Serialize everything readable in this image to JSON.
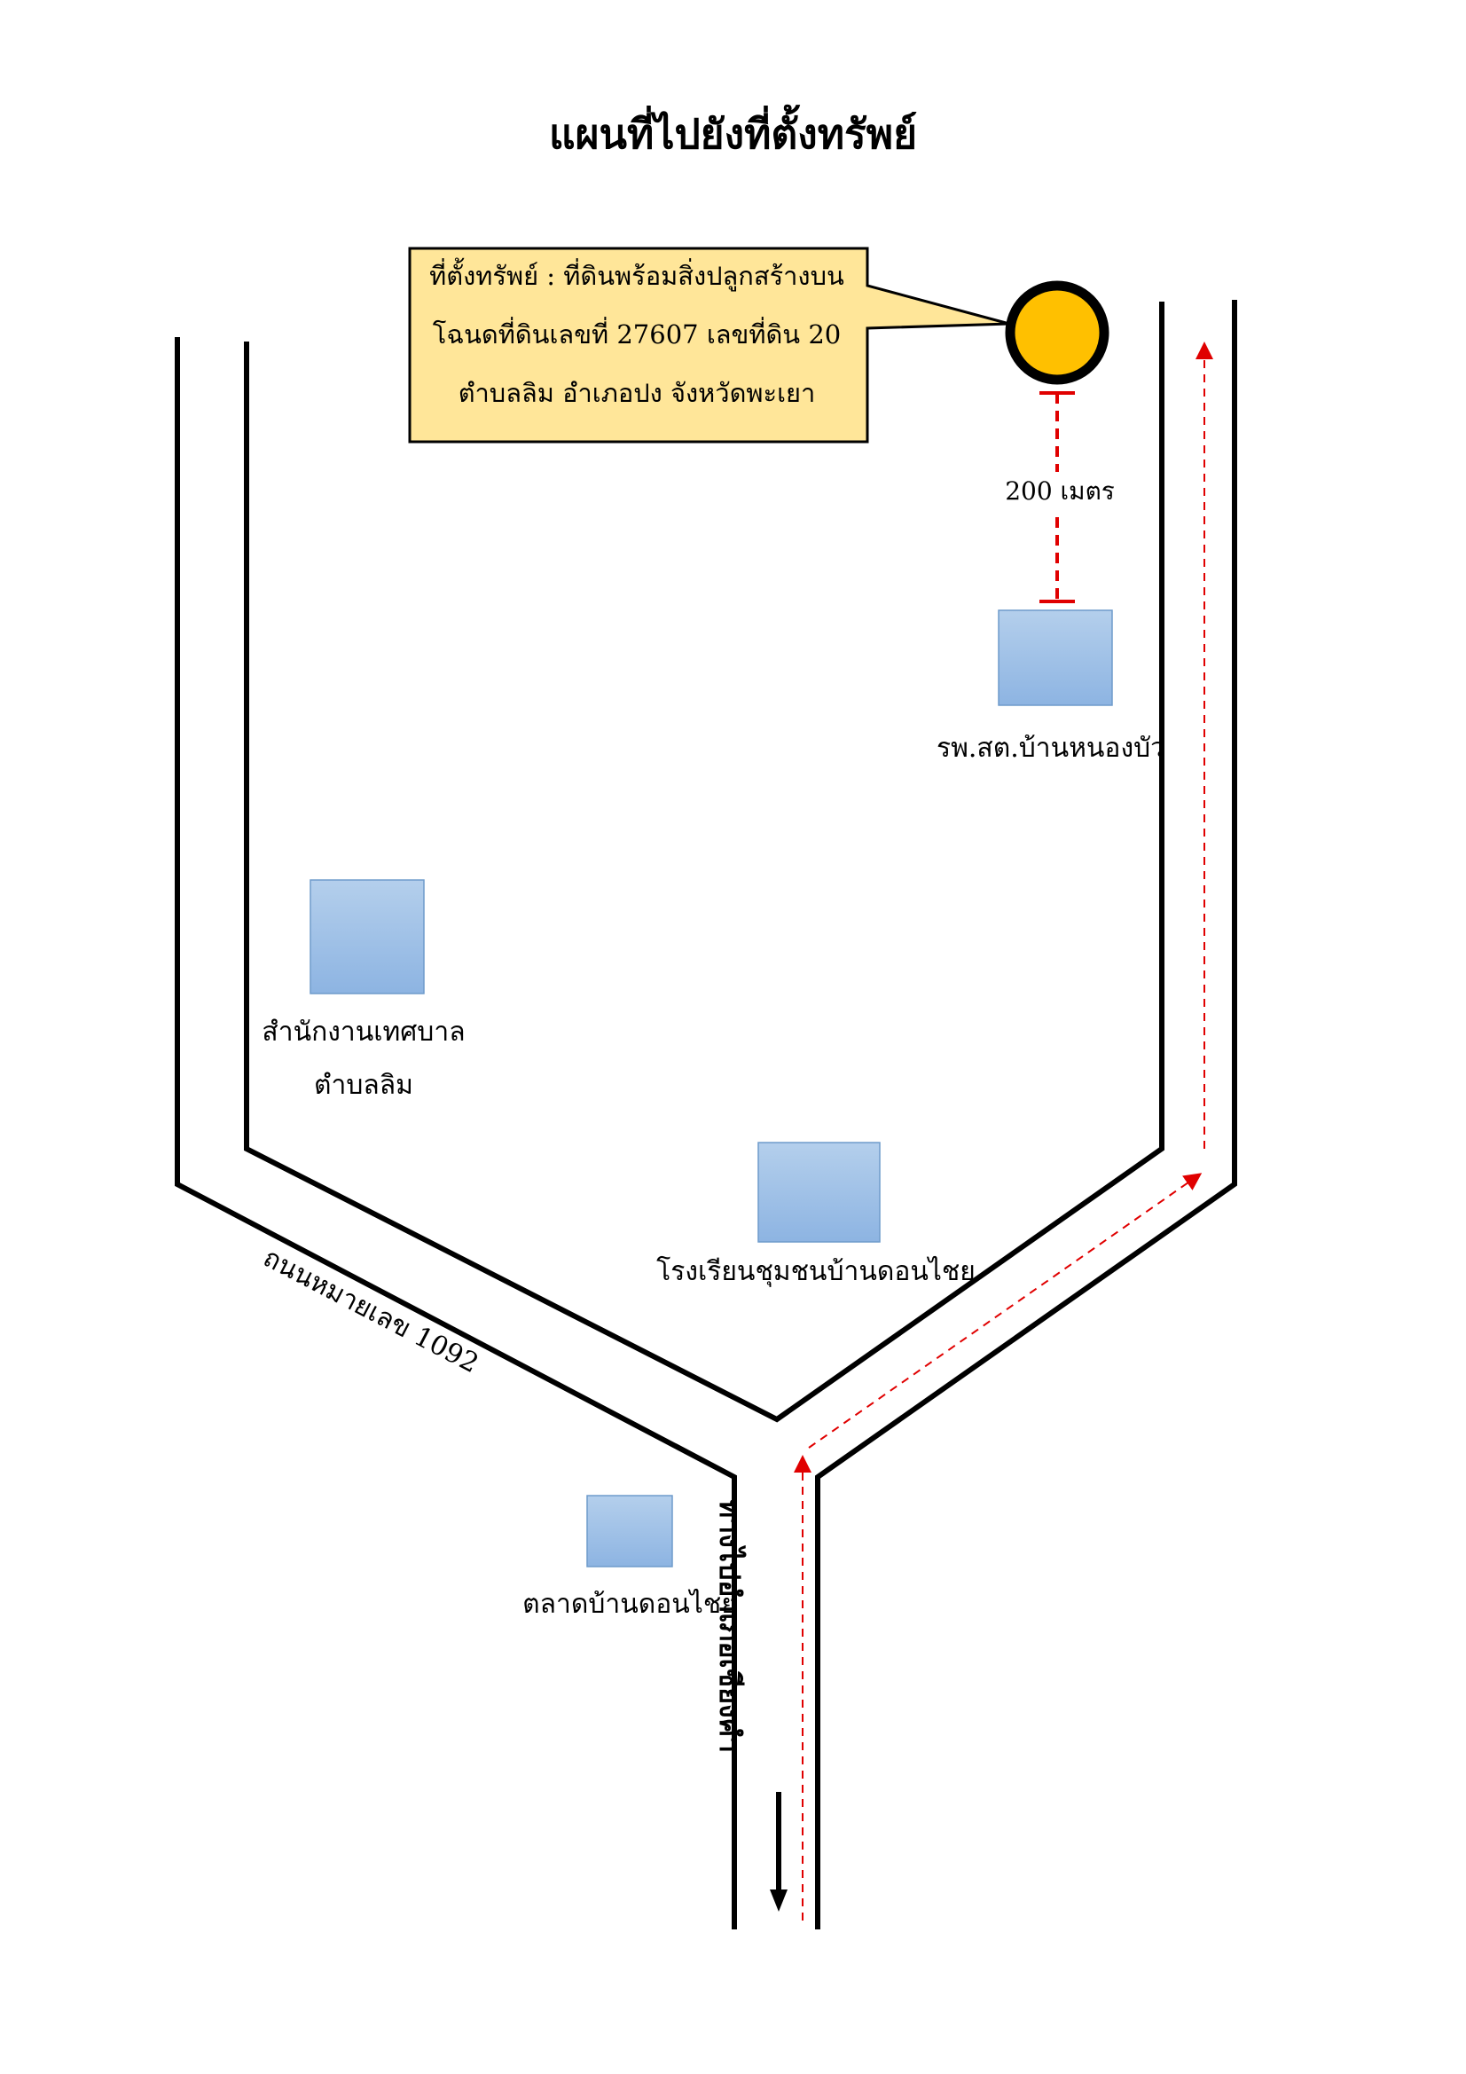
{
  "title": "แผนที่ไปยังที่ตั้งทรัพย์",
  "callout": {
    "line1": "ที่ตั้งทรัพย์ : ที่ดินพร้อมสิ่งปลูกสร้างบน",
    "line2": "โฉนดที่ดินเลขที่  27607  เลขที่ดิน  20",
    "line3": "ตำบลลิม  อำเภอปง  จังหวัดพะเยา"
  },
  "distance_label": "200 เมตร",
  "landmarks": {
    "health_center": "รพ.สต.บ้านหนองบัว",
    "municipal_office_line1": "สำนักงานเทศบาล",
    "municipal_office_line2": "ตำบลลิม",
    "school": "โรงเรียนชุมชนบ้านดอนไชย",
    "market": "ตลาดบ้านดอนไชย"
  },
  "roads": {
    "highway": "ถนนหมายเลข 1092",
    "to_district": "ทางไปอำเภอเชียงคำ"
  },
  "colors": {
    "marker_fill": "#FFC000",
    "callout_fill": "#FFE699",
    "route": "#E00000",
    "building": "#9DC3E6"
  }
}
